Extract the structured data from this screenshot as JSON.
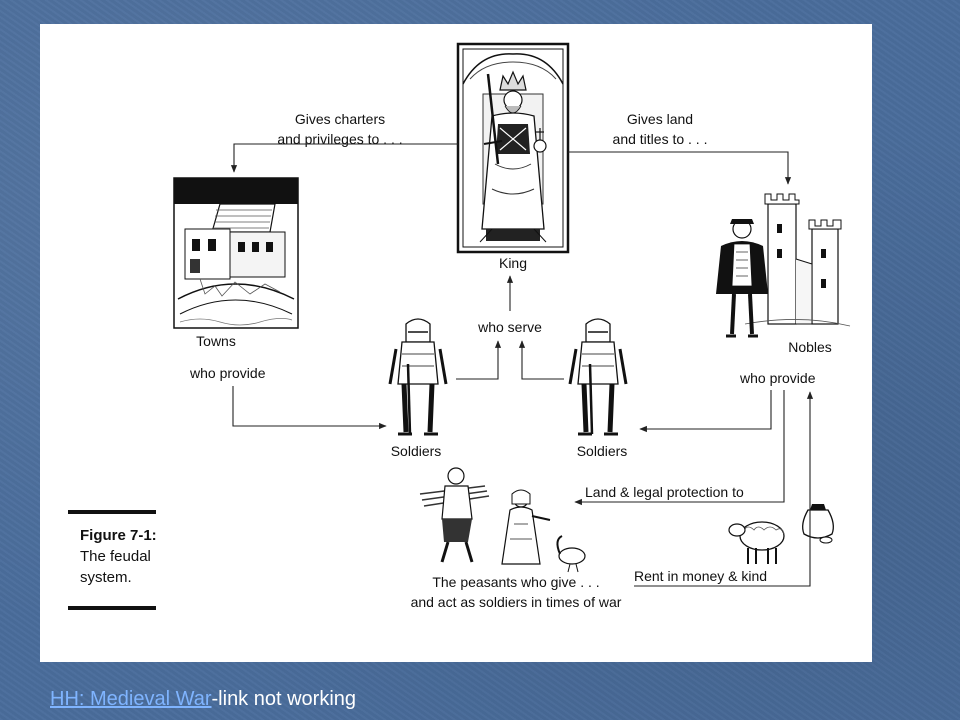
{
  "diagram": {
    "king_label": "King",
    "towns_label": "Towns",
    "nobles_label": "Nobles",
    "soldiers_left_label": "Soldiers",
    "soldiers_right_label": "Soldiers",
    "charters_line1": "Gives charters",
    "charters_line2": "and privileges to . . .",
    "land_line1": "Gives land",
    "land_line2": "and titles to . . .",
    "who_serve": "who serve",
    "towns_provide": "who provide",
    "nobles_provide": "who provide",
    "land_protection": "Land & legal protection to",
    "rent": "Rent in money & kind",
    "peasants_line1": "The peasants who give . . .",
    "peasants_line2": "and act as soldiers in times of war",
    "figure_number": "Figure 7-1:",
    "figure_title_line1": "The feudal",
    "figure_title_line2": "system."
  },
  "footer": {
    "link_text": "HH: Medieval War",
    "note_text": "-link not working"
  },
  "colors": {
    "slide_background": "#4a6d9c",
    "link": "#7fb4ff",
    "footer_text": "#ffffff"
  }
}
